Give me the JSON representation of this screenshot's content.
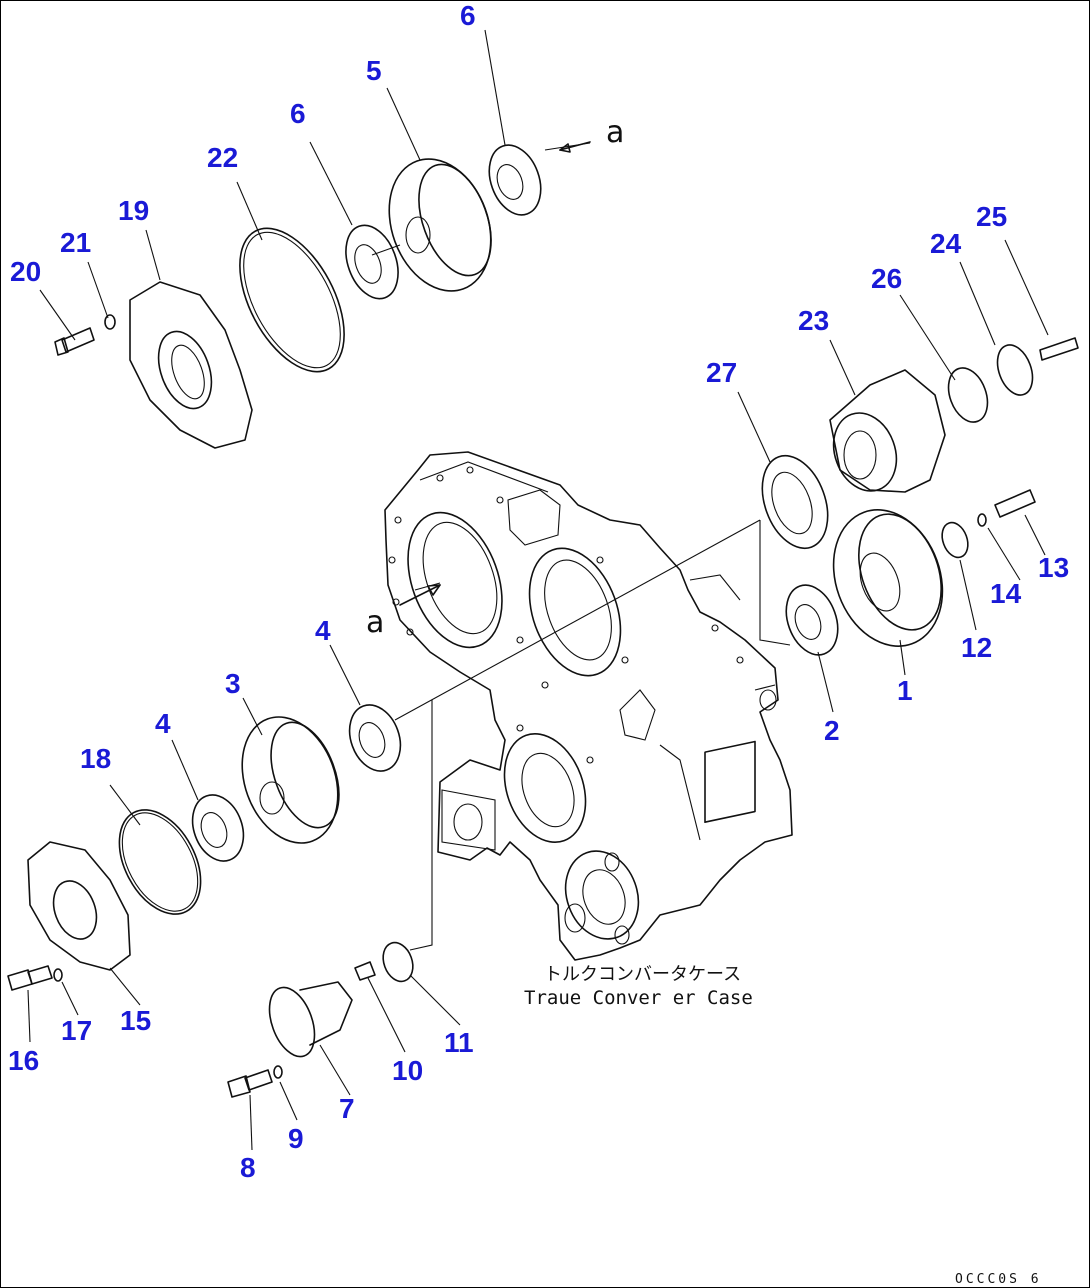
{
  "labels": {
    "n1": "1",
    "n2": "2",
    "n3": "3",
    "n4a": "4",
    "n4b": "4",
    "n5": "5",
    "n6a": "6",
    "n6b": "6",
    "n7": "7",
    "n8": "8",
    "n9": "9",
    "n10": "10",
    "n11": "11",
    "n12": "12",
    "n13": "13",
    "n14": "14",
    "n15": "15",
    "n16": "16",
    "n17": "17",
    "n18": "18",
    "n19": "19",
    "n20": "20",
    "n21": "21",
    "n22": "22",
    "n23": "23",
    "n24": "24",
    "n25": "25",
    "n26": "26",
    "n27": "27"
  },
  "markers": {
    "a_top": "a",
    "a_case": "a"
  },
  "case_label_jp": "トルクコンバータケース",
  "case_label_en": "Traue Conver er Case",
  "drawing_code": "OCCC0S 6",
  "colors": {
    "callout_numbers": "#1a1ad6",
    "line_art": "#111111"
  }
}
